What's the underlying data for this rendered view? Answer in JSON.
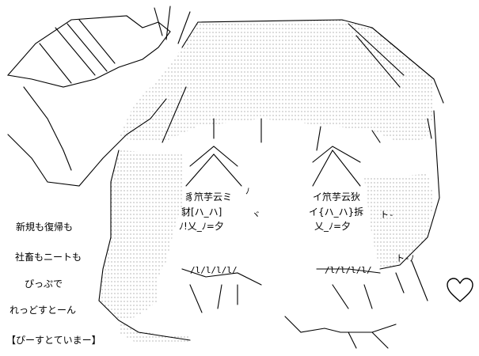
{
  "captions": [
    "新規も復帰も",
    "社畜もニートも",
    "ぴっぷで",
    "れっどすとーん",
    "【ぴーすとていまー】"
  ],
  "eyes": {
    "left_line1": "豸笊芋云ミ",
    "left_line2": "豺[ハ_ハ]",
    "left_line3": "ﾉ!乂_ﾉ=夕",
    "right_line1": "イ笊芋云狄",
    "right_line2": "イ{ハ_ハ}拆",
    "right_line3": "乂_ﾉ=夕"
  },
  "colors": {
    "ink": "#000000",
    "background": "#ffffff",
    "dots": "#555555"
  },
  "icons": [
    "heart-icon"
  ]
}
